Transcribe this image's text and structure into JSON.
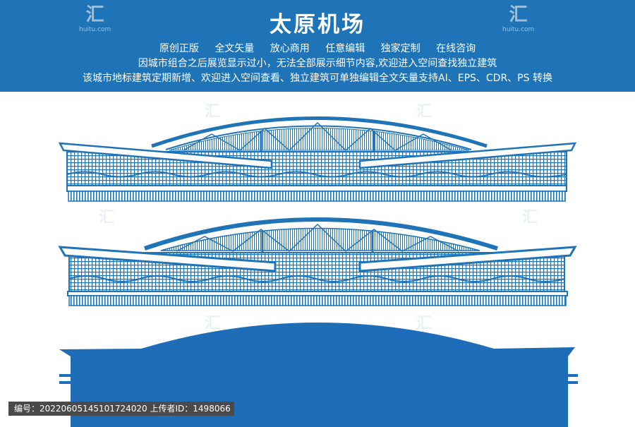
{
  "header": {
    "title": "太原机场",
    "tags": [
      "原创正版",
      "全文矢量",
      "放心商用",
      "任意编辑",
      "独家定制",
      "在线咨询"
    ],
    "line2": "因城市组合之后展览显示过小，无法全部展示细节内容,欢迎进入空间查找独立建筑",
    "line3": "该城市地标建筑定期新增、欢迎进入空间查看、独立建筑可单独编辑全文矢量支持AI、EPS、CDR、PS 转换"
  },
  "footer": {
    "text": "编号：20220605145101724020 上传者ID：1498066"
  },
  "watermark": {
    "logo": "汇",
    "url": "huitu.com"
  },
  "colors": {
    "banner": "#1f73b7",
    "line_art": "#1f73b7",
    "silhouette": "#1f6db8"
  }
}
